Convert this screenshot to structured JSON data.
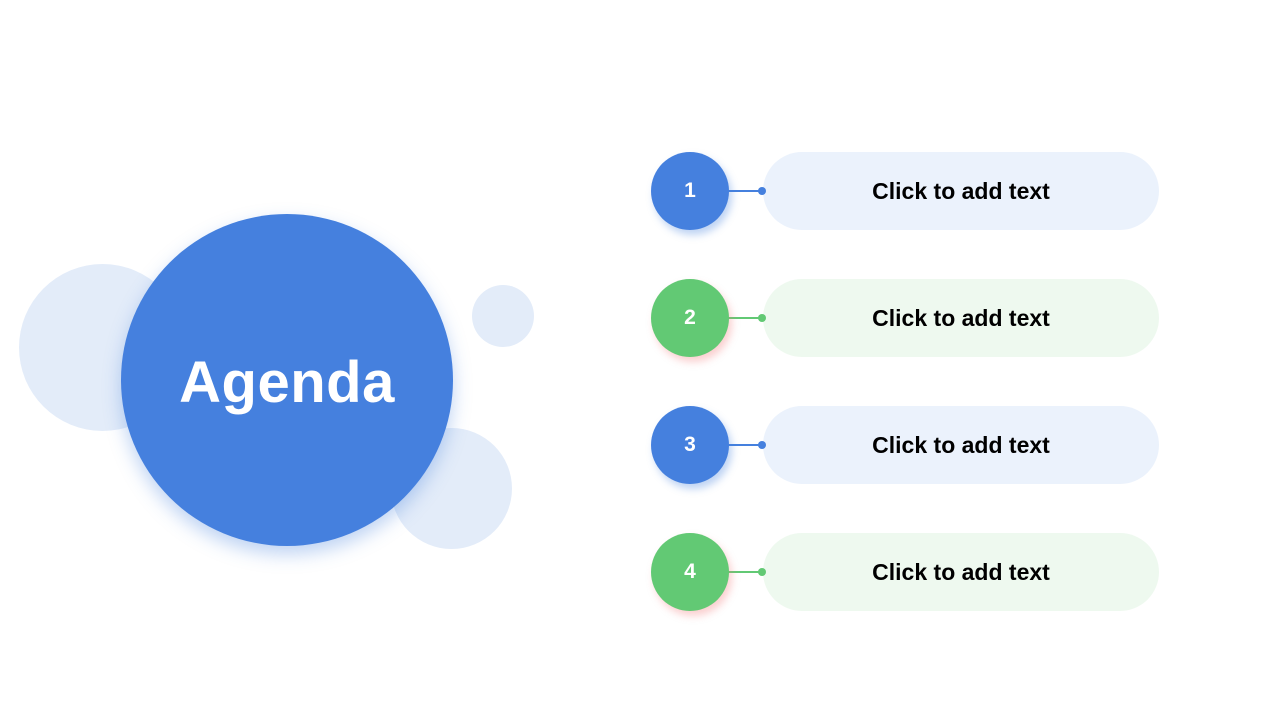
{
  "title": "Agenda",
  "colors": {
    "blue": "#4580de",
    "green": "#62c974",
    "blue_light": "#ebf2fc",
    "green_light": "#eef9ef",
    "decor": "#e3ecf9"
  },
  "items": [
    {
      "number": "1",
      "text": "Click to add text"
    },
    {
      "number": "2",
      "text": "Click to add text"
    },
    {
      "number": "3",
      "text": "Click to add text"
    },
    {
      "number": "4",
      "text": "Click to add text"
    }
  ]
}
